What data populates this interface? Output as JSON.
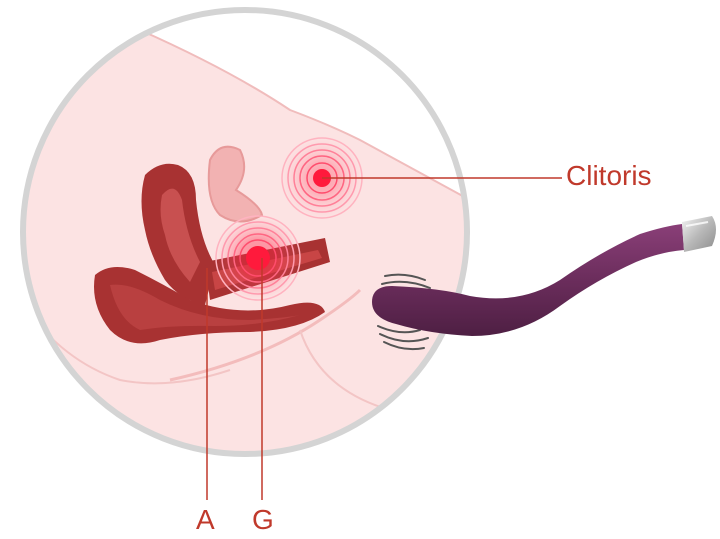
{
  "labels": {
    "clitoris": "Clitoris",
    "a_spot": "A",
    "g_spot": "G"
  },
  "colors": {
    "circle_border": "#d4d4d4",
    "skin_fill": "#fce3e3",
    "skin_outline": "#f0bcbc",
    "organ_dark": "#a83232",
    "organ_mid": "#c85050",
    "organ_light": "#f2b2b2",
    "hotspot": "#ff1a3c",
    "label_color": "#c0392b",
    "vibrator_body": "#6b2d5c",
    "vibrator_tip": "#c8c8c8"
  },
  "icons": {
    "vibrator": "vibrator-illustration",
    "vibration_marks": "vibration-waves-icon"
  }
}
